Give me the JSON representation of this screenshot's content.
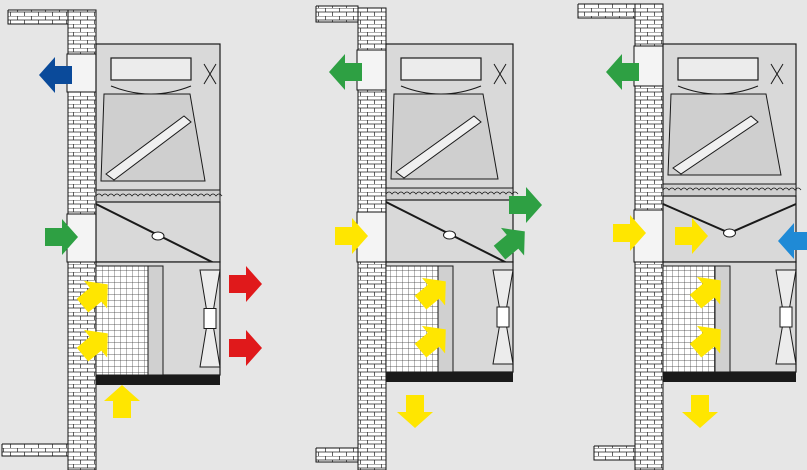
{
  "diagram": {
    "background": "#e6e6e6",
    "unit_fill": "#d9d9d9",
    "line_color": "#1a1a1a",
    "colors": {
      "blue": "#0a4a9a",
      "green": "#2ea043",
      "yellow": "#ffe600",
      "red": "#e0191b",
      "light-blue": "#1f8ad6"
    },
    "panels": [
      {
        "name": "left",
        "flows": [
          {
            "name": "exhaust-arrow-top",
            "color": "blue"
          },
          {
            "name": "intake-arrow-mid",
            "color": "green"
          },
          {
            "name": "filter-arrow-upper",
            "color": "yellow"
          },
          {
            "name": "filter-arrow-lower",
            "color": "yellow"
          },
          {
            "name": "bottom-inlet-arrow",
            "color": "yellow"
          },
          {
            "name": "discharge-arrow-upper",
            "color": "red"
          },
          {
            "name": "discharge-arrow-lower",
            "color": "red"
          }
        ]
      },
      {
        "name": "middle",
        "flows": [
          {
            "name": "exhaust-arrow-top",
            "color": "green"
          },
          {
            "name": "intake-arrow-mid",
            "color": "yellow"
          },
          {
            "name": "filter-arrow-upper",
            "color": "yellow"
          },
          {
            "name": "filter-arrow-lower",
            "color": "yellow"
          },
          {
            "name": "bottom-outlet-arrow",
            "color": "yellow"
          },
          {
            "name": "outlet-arrow-upper",
            "color": "green"
          },
          {
            "name": "outlet-arrow-lower",
            "color": "green"
          }
        ]
      },
      {
        "name": "right",
        "flows": [
          {
            "name": "exhaust-arrow-top",
            "color": "green"
          },
          {
            "name": "intake-arrow-mid",
            "color": "yellow"
          },
          {
            "name": "damper-arrow",
            "color": "yellow"
          },
          {
            "name": "filter-arrow-upper",
            "color": "yellow"
          },
          {
            "name": "filter-arrow-lower",
            "color": "yellow"
          },
          {
            "name": "bottom-outlet-arrow",
            "color": "yellow"
          },
          {
            "name": "inlet-arrow-right",
            "color": "light-blue"
          }
        ]
      }
    ]
  }
}
